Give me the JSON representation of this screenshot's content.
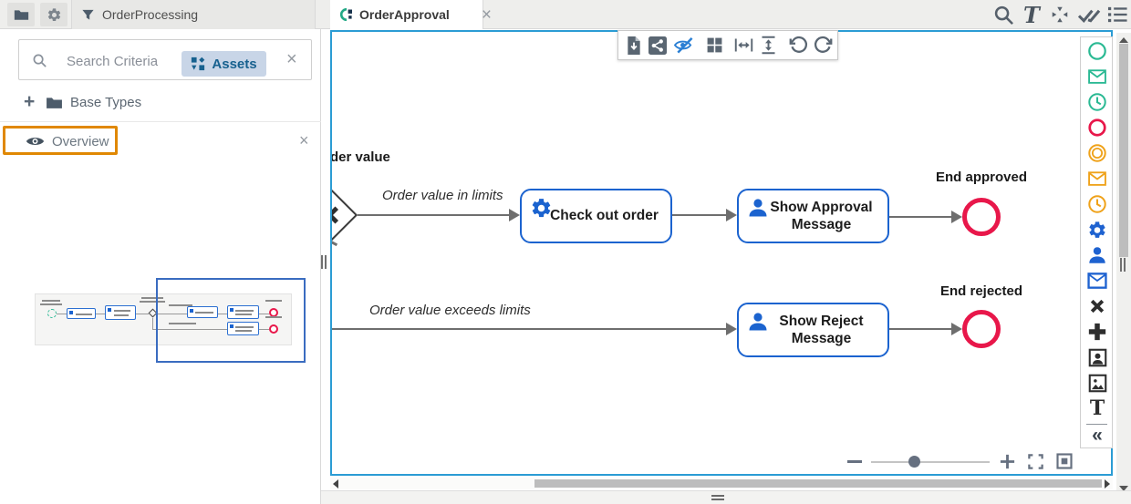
{
  "header": {
    "project_tab_label": "OrderProcessing"
  },
  "left_panel": {
    "search_placeholder": "Search Criteria",
    "assets_filter_label": "Assets",
    "base_types_label": "Base Types",
    "overview_title": "Overview"
  },
  "editor": {
    "tab_label": "OrderApproval"
  },
  "diagram": {
    "clipped_label": "der value",
    "flow_label_top": "Order value in limits",
    "flow_label_bottom": "Order value exceeds limits",
    "task_checkout": "Check out order",
    "task_show_approval": "Show Approval Message",
    "task_show_reject": "Show Reject Message",
    "end_approved_label": "End approved",
    "end_rejected_label": "End rejected"
  },
  "glyphs": {
    "close": "×",
    "collapse": "«",
    "text_tool": "T",
    "plus": "+"
  },
  "toolbar_items": [
    "export-document",
    "share",
    "hide-details",
    "grid-layout",
    "fit-width",
    "fit-height",
    "undo",
    "redo"
  ],
  "topright_items": [
    "search",
    "text",
    "arrange",
    "validate",
    "list"
  ],
  "palette_items": [
    "start-event",
    "message-start-event",
    "timer-start-event",
    "end-event",
    "intermediate-event",
    "message-intermediate-event",
    "timer-intermediate-event",
    "service-task",
    "user-task",
    "send-task",
    "exclusive-gateway",
    "parallel-gateway",
    "person-image",
    "image",
    "text-annotation",
    "collapse-palette"
  ],
  "colors": {
    "canvas_border": "#2b9cd4",
    "task_border": "#1b63cf",
    "end_event_red": "#e8174a",
    "start_event_green": "#2ab993",
    "intermediate_orange": "#efa21a",
    "accent_blue": "#1e62d0",
    "overview_highlight": "#e08803",
    "assets_chip_bg": "#c8d5e7"
  }
}
